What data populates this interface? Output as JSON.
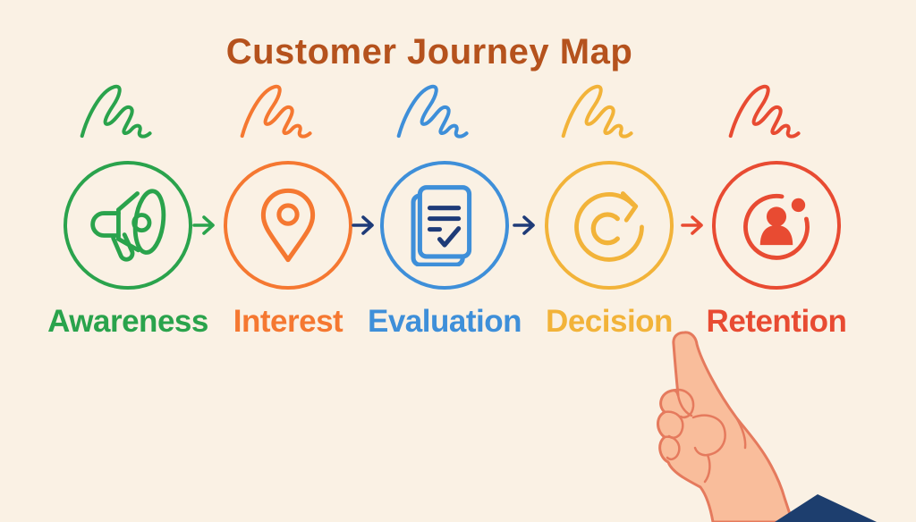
{
  "title": "Customer Journey Map",
  "colors": {
    "background": "#faf1e4",
    "title": "#b5521d",
    "detail_navy": "#1e3b78"
  },
  "stages": [
    {
      "label": "Awareness",
      "color": "#2aa34c",
      "icon": "megaphone"
    },
    {
      "label": "Interest",
      "color": "#f57831",
      "icon": "location-pin"
    },
    {
      "label": "Evaluation",
      "color": "#3e8fd9",
      "icon": "document-checklist"
    },
    {
      "label": "Decision",
      "color": "#f2b339",
      "icon": "refresh-cycle"
    },
    {
      "label": "Retention",
      "color": "#e84b32",
      "icon": "user-profile"
    }
  ],
  "arrows": [
    {
      "color": "#2aa34c"
    },
    {
      "color": "#1e3b78"
    },
    {
      "color": "#1e3b78"
    },
    {
      "color": "#e84b32"
    }
  ],
  "hand": {
    "fill": "#f9bd9b",
    "outline": "#e57a5d",
    "sleeve": "#1d3e6e"
  }
}
